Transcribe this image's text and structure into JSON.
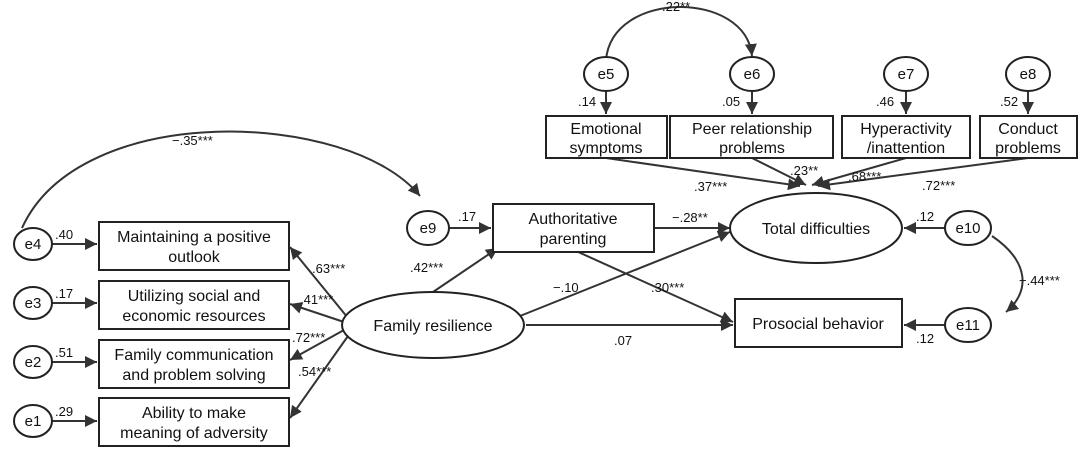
{
  "nodes": {
    "outlook": {
      "lines": [
        "Maintaining a positive",
        "outlook"
      ]
    },
    "resources": {
      "lines": [
        "Utilizing social and",
        "economic resources"
      ]
    },
    "communication": {
      "lines": [
        "Family communication",
        "and problem solving"
      ]
    },
    "meaning": {
      "lines": [
        "Ability to make",
        "meaning of adversity"
      ]
    },
    "family_resilience": {
      "lines": [
        "Family resilience"
      ]
    },
    "authoritative": {
      "lines": [
        "Authoritative",
        "parenting"
      ]
    },
    "emotional": {
      "lines": [
        "Emotional",
        "symptoms"
      ]
    },
    "peer": {
      "lines": [
        "Peer relationship",
        "problems"
      ]
    },
    "hyper": {
      "lines": [
        "Hyperactivity",
        "/inattention"
      ]
    },
    "conduct": {
      "lines": [
        "Conduct",
        "problems"
      ]
    },
    "total": {
      "lines": [
        "Total difficulties"
      ]
    },
    "prosocial": {
      "lines": [
        "Prosocial behavior"
      ]
    }
  },
  "errors": {
    "e1": "e1",
    "e2": "e2",
    "e3": "e3",
    "e4": "e4",
    "e5": "e5",
    "e6": "e6",
    "e7": "e7",
    "e8": "e8",
    "e9": "e9",
    "e10": "e10",
    "e11": "e11"
  },
  "coefficients": {
    "e4_outlook": ".40",
    "e3_resources": ".17",
    "e2_communication": ".51",
    "e1_meaning": ".29",
    "e5_emotional": ".14",
    "e6_peer": ".05",
    "e7_hyper": ".46",
    "e8_conduct": ".52",
    "e9_authoritative": ".17",
    "e10_total": ".12",
    "e11_prosocial": ".12",
    "fr_outlook": ".63***",
    "fr_resources": ".41***",
    "fr_communication": ".72***",
    "fr_meaning": ".54***",
    "fr_authoritative": ".42***",
    "fr_total": "−.10",
    "fr_prosocial": ".07",
    "auth_total": "−.28**",
    "auth_prosocial": ".30***",
    "total_emotional": ".37***",
    "total_peer": ".23**",
    "total_hyper": ".68***",
    "total_conduct": ".72***",
    "cov_e5_e6": ".22**",
    "cov_e4_e9": "−.35***",
    "cov_e10_e11": "−.44***"
  }
}
